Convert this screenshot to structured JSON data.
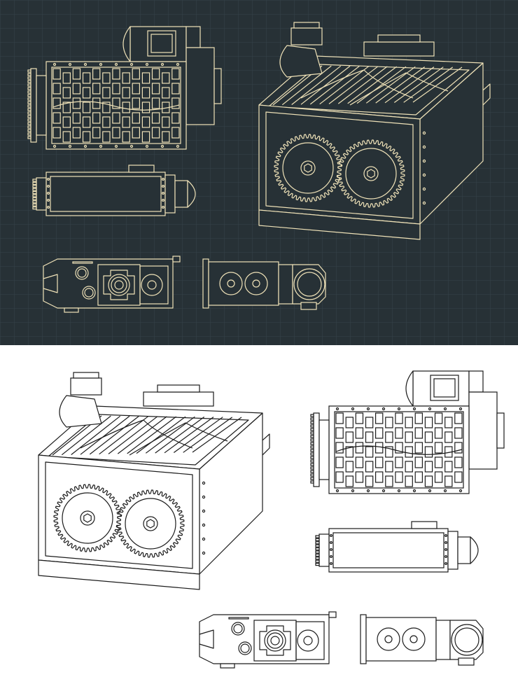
{
  "panels": {
    "dark": {
      "background": "#273136",
      "grid": "#34424a",
      "stroke": "#efe2b8",
      "fill": "#273136",
      "views": [
        "top",
        "side",
        "end-gearbox",
        "end-rotors",
        "isometric"
      ]
    },
    "light": {
      "background": "#ffffff",
      "stroke": "#1c1c1c",
      "fill": "#ffffff",
      "views": [
        "isometric",
        "top",
        "side",
        "end-gearbox",
        "end-rotors"
      ]
    }
  },
  "machine": {
    "name_icon": "twin-shaft-shredder-icon",
    "gear_teeth": 44,
    "blade_columns": 13,
    "blade_rows": 5
  }
}
